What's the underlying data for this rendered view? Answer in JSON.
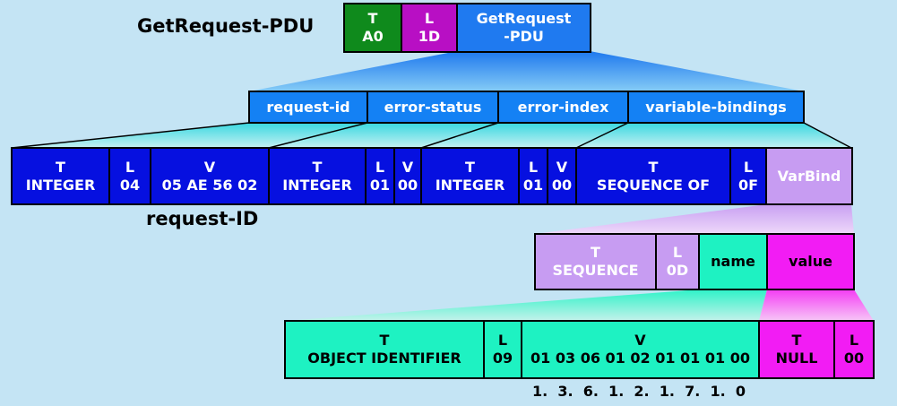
{
  "pdu_label": "GetRequest-PDU",
  "pdu_header": {
    "t": "T\nA0",
    "l": "L\n1D",
    "v": "GetRequest\n-PDU"
  },
  "fields": [
    "request-id",
    "error-status",
    "error-index",
    "variable-bindings"
  ],
  "encoding_row": [
    "T\nINTEGER",
    "L\n04",
    "V\n05 AE 56 02",
    "T\nINTEGER",
    "L\n01",
    "V\n00",
    "T\nINTEGER",
    "L\n01",
    "V\n00",
    "T\nSEQUENCE OF",
    "L\n0F",
    "VarBind"
  ],
  "request_id_label": "request-ID",
  "varbind_row": [
    "T\nSEQUENCE",
    "L\n0D",
    "name",
    "value"
  ],
  "name_value_row": [
    "T\nOBJECT IDENTIFIER",
    "L\n09",
    "V\n01 03 06 01 02 01 01 01 00",
    "T\nNULL",
    "L\n00"
  ],
  "oid_decoded": "1.  3.  6.  1.  2.  1.  7.  1.  0",
  "colors": {
    "background": "#c4e4f4",
    "tag_green": "#0f8a1c",
    "length_purple": "#b80fc4",
    "pdu_blue": "#1f7af0",
    "field_blue": "#1481f4",
    "encoding_navy": "#0610e0",
    "varbind_lavender": "#c79cf2",
    "name_aqua": "#1ef2c2",
    "value_magenta": "#f21cf4"
  }
}
